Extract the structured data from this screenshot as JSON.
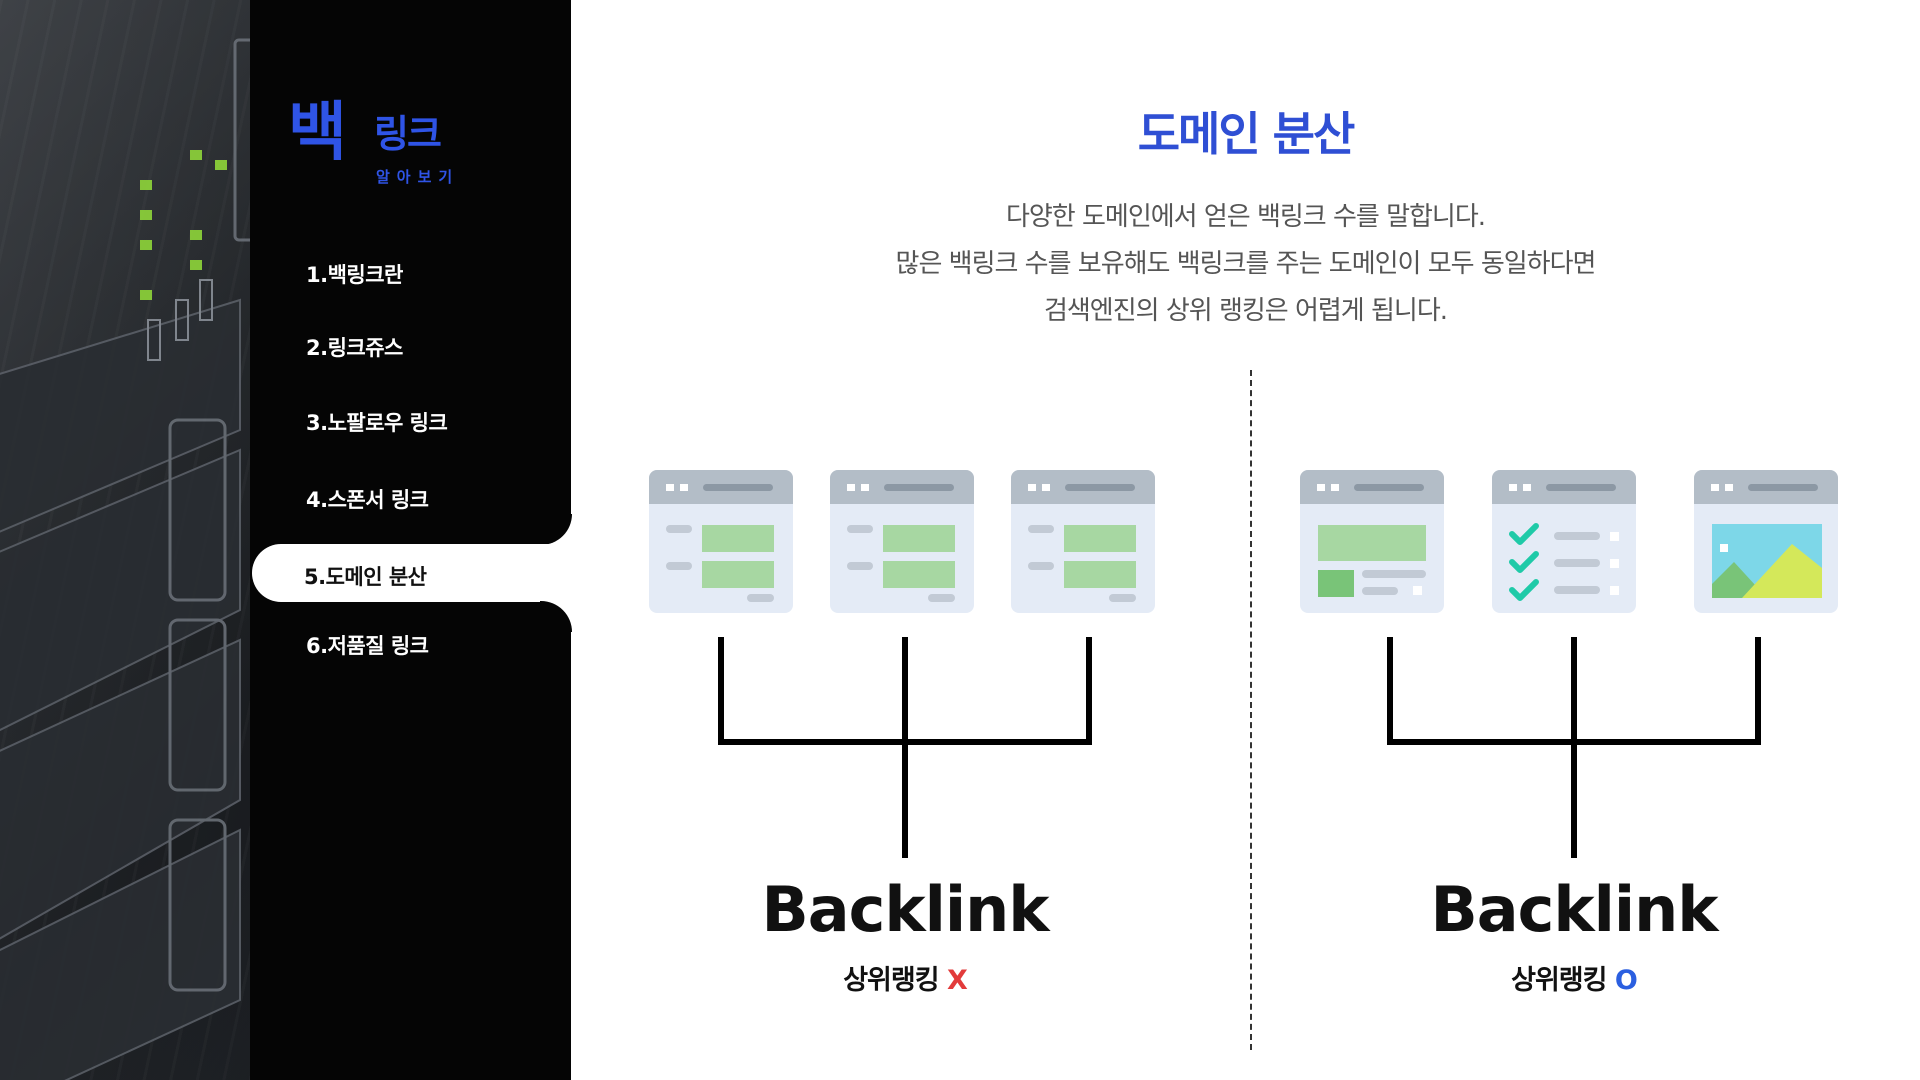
{
  "sidebar": {
    "logo": {
      "main": "백",
      "secondary": "링크",
      "subtitle": "알아보기"
    },
    "items": [
      {
        "label": "1.백링크란"
      },
      {
        "label": "2.링크쥬스"
      },
      {
        "label": "3.노팔로우 링크"
      },
      {
        "label": "4.스폰서 링크"
      },
      {
        "label": "5.도메인 분산",
        "active": true
      },
      {
        "label": "6.저품질 링크"
      }
    ]
  },
  "main": {
    "title": "도메인 분산",
    "description": [
      "다양한 도메인에서 얻은 백링크 수를 말합니다.",
      "많은 백링크 수를 보유해도 백링크를 주는 도메인이 모두 동일하다면",
      "검색엔진의 상위 랭킹은 어렵게 됩니다."
    ],
    "left": {
      "label": "Backlink",
      "rank_label": "상위랭킹",
      "mark": "X"
    },
    "right": {
      "label": "Backlink",
      "rank_label": "상위랭킹",
      "mark": "O"
    }
  },
  "colors": {
    "accent": "#2f4fd4",
    "mark_x": "#e23b3b",
    "mark_o": "#2b5fe0",
    "browser_bg": "#e4ebf6",
    "browser_bar": "#b3bdc7",
    "block_green": "#a7d7a2"
  },
  "icons": [
    "server-rack-photo",
    "browser-window-icon",
    "checklist-icon",
    "image-landscape-icon"
  ]
}
